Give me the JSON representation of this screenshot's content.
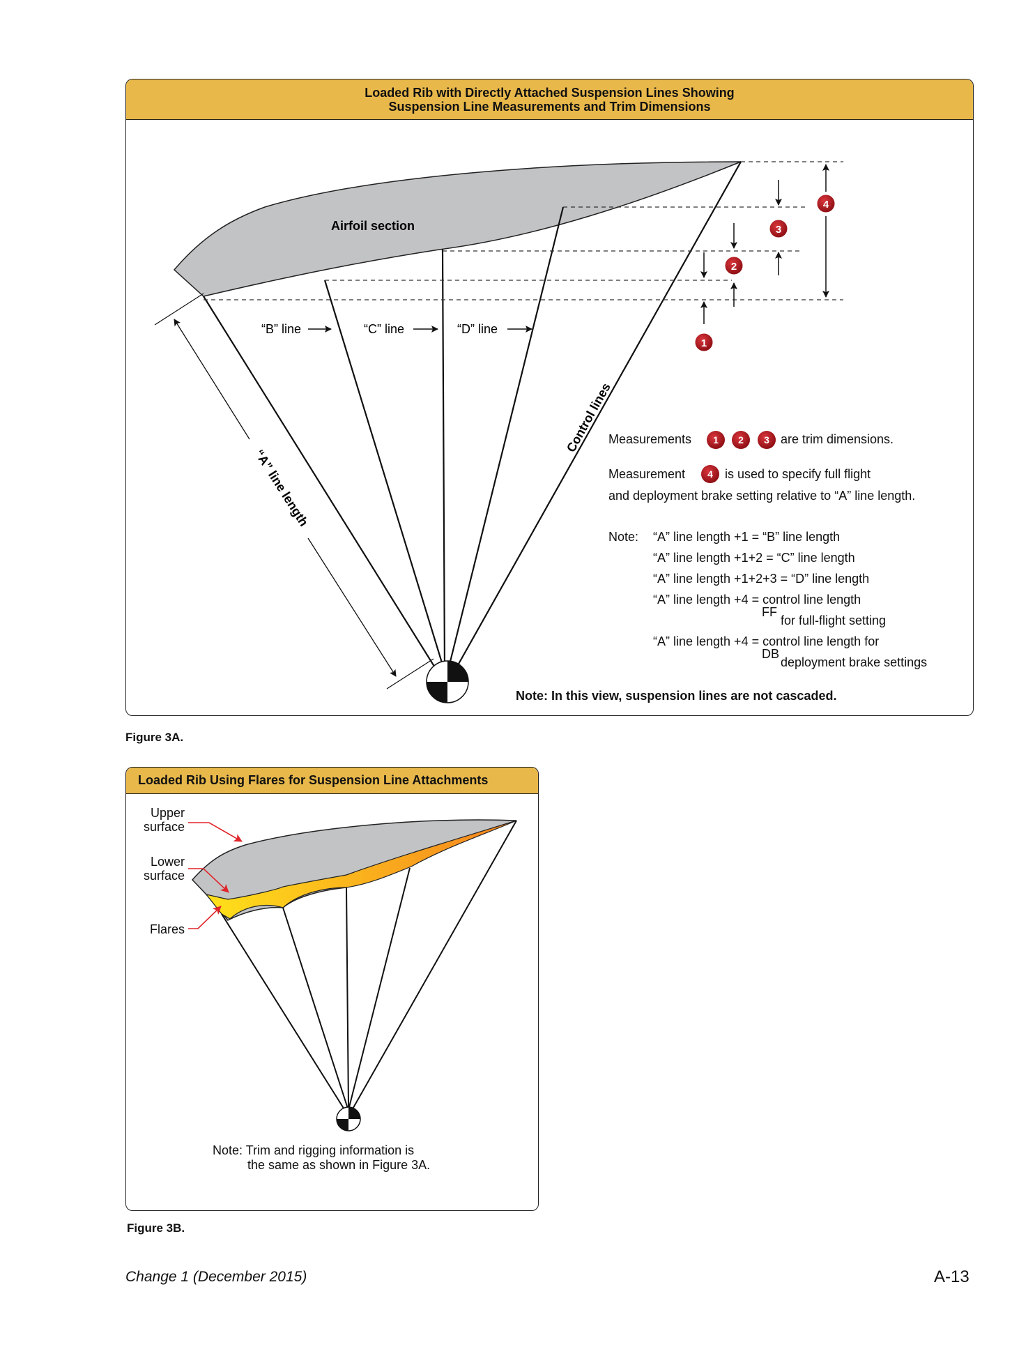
{
  "figure_a": {
    "title_line1": "Loaded Rib with Directly Attached Suspension Lines Showing",
    "title_line2": "Suspension Line Measurements and Trim Dimensions",
    "airfoil_label": "Airfoil section",
    "b_line": "“B” line",
    "c_line": "“C” line",
    "d_line": "“D” line",
    "control_lines": "Control lines",
    "a_line_length": "“A” line length",
    "badges": [
      "1",
      "2",
      "3",
      "4"
    ],
    "measurements_prefix": "Measurements",
    "measurements_suffix": "are trim dimensions.",
    "measurement4_prefix": "Measurement",
    "measurement4_suffix": "is used to specify full flight",
    "measurement4_line2": "and deployment brake setting relative to “A” line length.",
    "note_label": "Note:",
    "note_lines": [
      "“A” line length +1 = “B” line length",
      "“A” line length +1+2 = “C” line length",
      "“A” line length +1+2+3 = “D” line length",
      "“A” line length +4 = control line length"
    ],
    "ff_sub": "FF",
    "ff_text": "for full-flight setting",
    "db_line": "“A” line length +4 = control line length for",
    "db_sub": "DB",
    "db_text": "deployment brake settings",
    "cascade_note": "Note: In this view, suspension lines are not cascaded.",
    "caption": "Figure 3A."
  },
  "figure_b": {
    "title": "Loaded Rib Using Flares for Suspension Line Attachments",
    "upper_surface_1": "Upper",
    "upper_surface_2": "surface",
    "lower_surface_1": "Lower",
    "lower_surface_2": "surface",
    "flares": "Flares",
    "note_line1": "Note: Trim and rigging information is",
    "note_line2": "the same as shown in Figure 3A.",
    "caption": "Figure 3B."
  },
  "footer": {
    "change": "Change 1 (December 2015)",
    "page": "A-13"
  },
  "colors": {
    "header": "#e8b84b",
    "airfoil": "#c2c3c5",
    "badge": "#b0161c",
    "arrow_red": "#e0242a",
    "flare_start": "#ffe11a",
    "flare_end": "#f58220"
  }
}
